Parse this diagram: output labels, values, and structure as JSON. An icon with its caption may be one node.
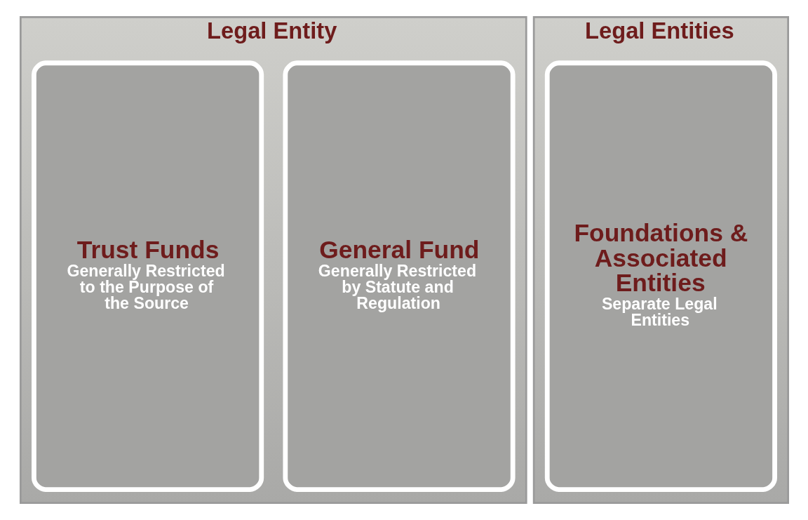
{
  "diagram": {
    "nodes": [
      {
        "text": [
          "Legal Entity"
        ]
      },
      {
        "text": [
          "General Fund",
          "Generally Restricted by Statute and Regulation"
        ],
        "in": 0
      },
      {
        "text": [
          "Trust Funds",
          "Generally Restricted to the Purpose of the Source"
        ],
        "in": 0
      },
      {
        "text": [
          "Legal Entities"
        ]
      },
      {
        "text": [
          "Foundations & Associated Entities",
          "Separate Legal Entities"
        ],
        "in": 3
      }
    ],
    "edges": []
  }
}
